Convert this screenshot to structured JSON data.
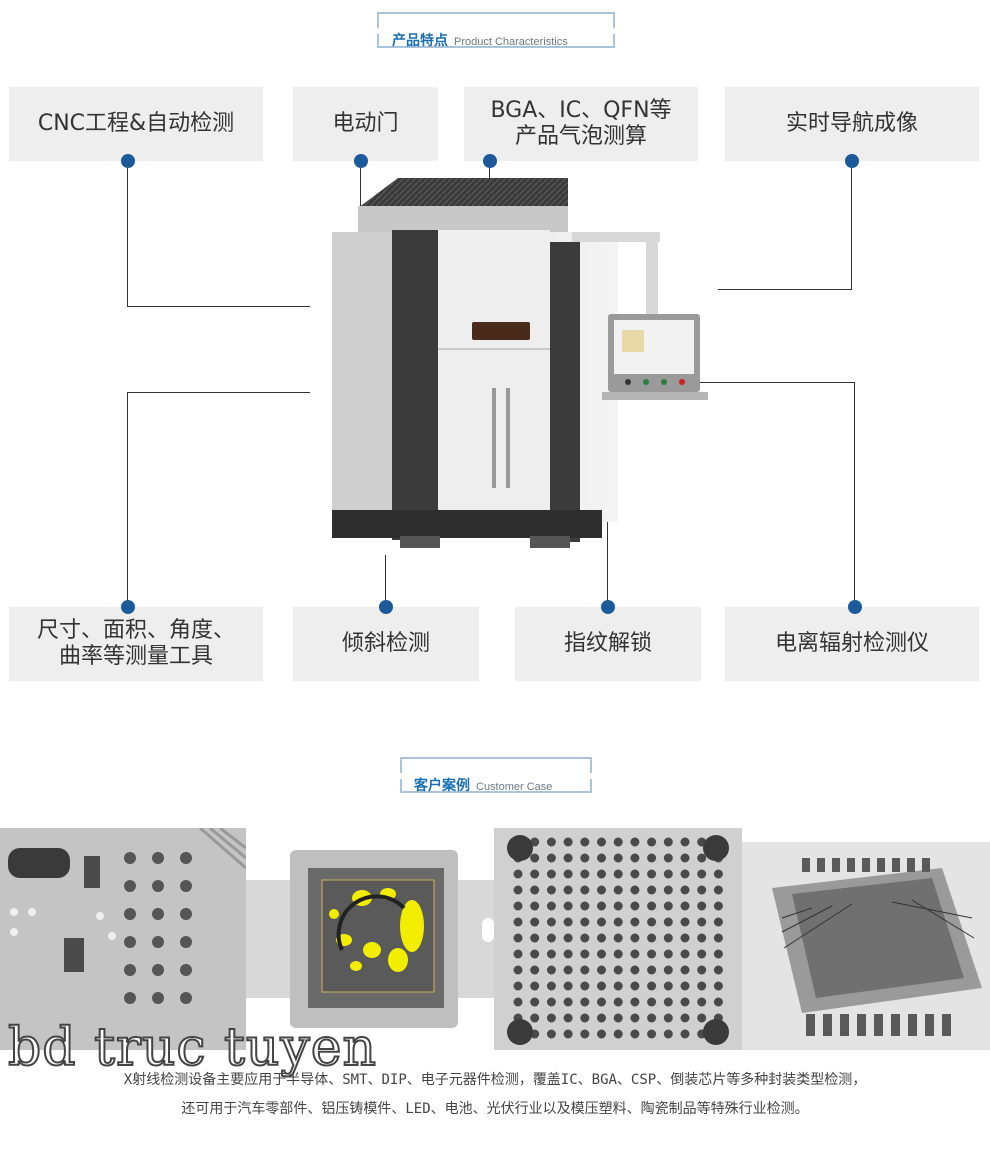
{
  "product_characteristics": {
    "title_zh": "产品特点",
    "title_en": "Product Characteristics"
  },
  "features_top": [
    {
      "label": "CNC工程&自动检测"
    },
    {
      "label": "电动门"
    },
    {
      "label": "BGA、IC、QFN等\n产品气泡测算"
    },
    {
      "label": "实时导航成像"
    }
  ],
  "features_bottom": [
    {
      "label": "尺寸、面积、角度、\n曲率等测量工具"
    },
    {
      "label": "倾斜检测"
    },
    {
      "label": "指纹解锁"
    },
    {
      "label": "电离辐射检测仪"
    }
  ],
  "customer_case": {
    "title_zh": "客户案例",
    "title_en": "Customer Case"
  },
  "watermark": "bd truc tuyen",
  "description": {
    "line1": "X射线检测设备主要应用于半导体、SMT、DIP、电子元器件检测，覆盖IC、BGA、CSP、倒装芯片等多种封装类型检测，",
    "line2": "还可用于汽车零部件、铝压铸模件、LED、电池、光伏行业以及模压塑料、陶瓷制品等特殊行业检测。"
  },
  "colors": {
    "accent": "#1a6fb4",
    "dot": "#1c5a9c",
    "box_bg": "#eeeeee"
  }
}
